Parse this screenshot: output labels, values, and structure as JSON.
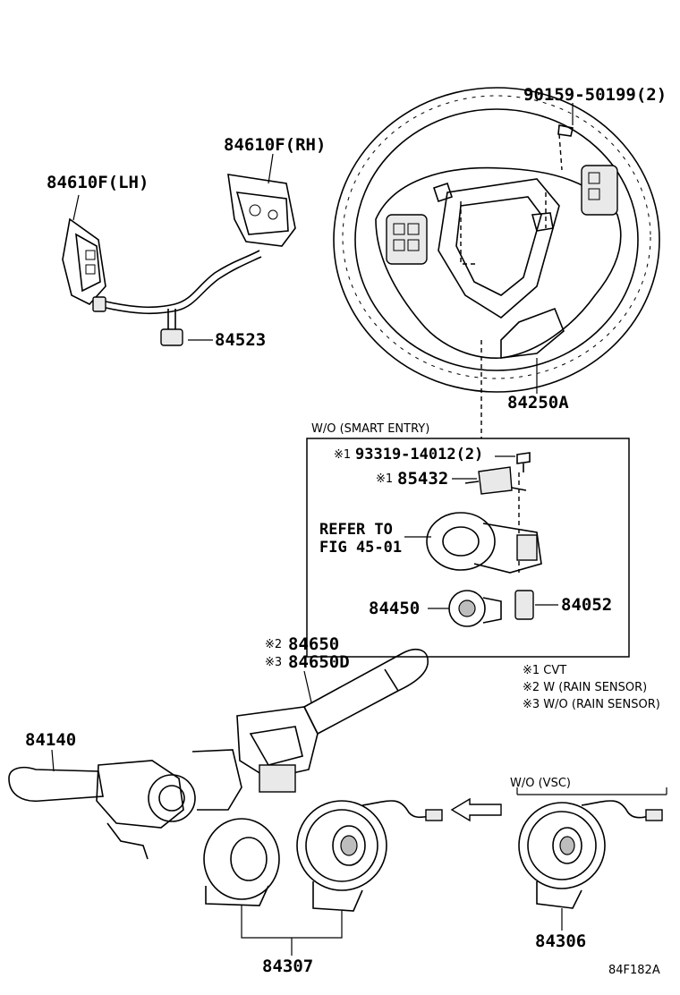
{
  "labels": {
    "bolt_top": "90159-50199(2)",
    "switch_rh": "84610F(RH)",
    "switch_lh": "84610F(LH)",
    "wire_84523": "84523",
    "wheel": "84250A",
    "screw": "93319-14012(2)",
    "screw_mark": "※1",
    "cylinder": "85432",
    "cylinder_mark": "※1",
    "refer_line1": "REFER TO",
    "refer_line2": "FIG 45-01",
    "ring": "84450",
    "key_switch": "84052",
    "wiper_a": "84650",
    "wiper_a_mark": "※2",
    "wiper_b": "84650D",
    "wiper_b_mark": "※3",
    "turn_switch": "84140",
    "spiral_vsc": "84306",
    "spiral_main": "84307",
    "drawing_no": "84F182A"
  },
  "box": {
    "title": "W/O (SMART ENTRY)"
  },
  "vsc_group": {
    "title": "W/O (VSC)"
  },
  "notes": [
    "※1  CVT",
    "※2  W (RAIN SENSOR)",
    "※3  W/O (RAIN SENSOR)"
  ]
}
